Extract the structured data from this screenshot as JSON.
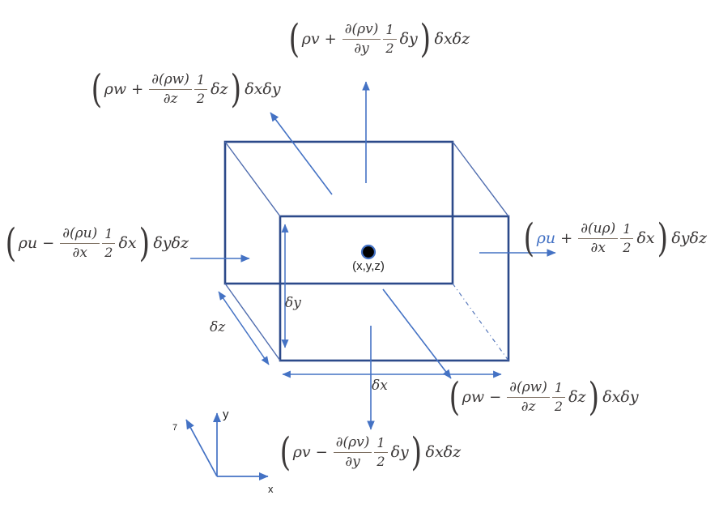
{
  "diagram": {
    "paren_open": "(",
    "paren_close": ")",
    "center_point_label": "(x,y,z)",
    "axes": {
      "x": "x",
      "y": "y",
      "z": "7"
    },
    "dimensions": {
      "dx": "δx",
      "dy": "δy",
      "dz": "δz"
    },
    "colors": {
      "box_edge": "#2c4a8a",
      "arrow_blue": "#4472c4",
      "math_text": "#3b3838",
      "fraction_bar": "#7e7062",
      "highlight_term": "#4472c4",
      "dot_fill": "#000000"
    },
    "labels": {
      "top": {
        "lead": "ρv",
        "op": "+",
        "num": "∂(ρv)",
        "den": "∂y",
        "half_num": "1",
        "half_den": "2",
        "delta": "δy",
        "outside": "δxδz"
      },
      "upper_left": {
        "lead": "ρw",
        "op": "+",
        "num": "∂(ρw)",
        "den": "∂z",
        "half_num": "1",
        "half_den": "2",
        "delta": "δz",
        "outside": "δxδy"
      },
      "left": {
        "lead": "ρu",
        "op": "−",
        "num": "∂(ρu)",
        "den": "∂x",
        "half_num": "1",
        "half_den": "2",
        "delta": "δx",
        "outside": "δyδz"
      },
      "right": {
        "lead": "ρu",
        "op": "+",
        "num": "∂(uρ)",
        "den": "∂x",
        "half_num": "1",
        "half_den": "2",
        "delta": "δx",
        "outside": "δyδz"
      },
      "bottom_right": {
        "lead": "ρw",
        "op": "−",
        "num": "∂(ρw)",
        "den": "∂z",
        "half_num": "1",
        "half_den": "2",
        "delta": "δz",
        "outside": "δxδy"
      },
      "bottom": {
        "lead": "ρv",
        "op": "−",
        "num": "∂(ρv)",
        "den": "∂y",
        "half_num": "1",
        "half_den": "2",
        "delta": "δy",
        "outside": "δxδz"
      }
    }
  }
}
